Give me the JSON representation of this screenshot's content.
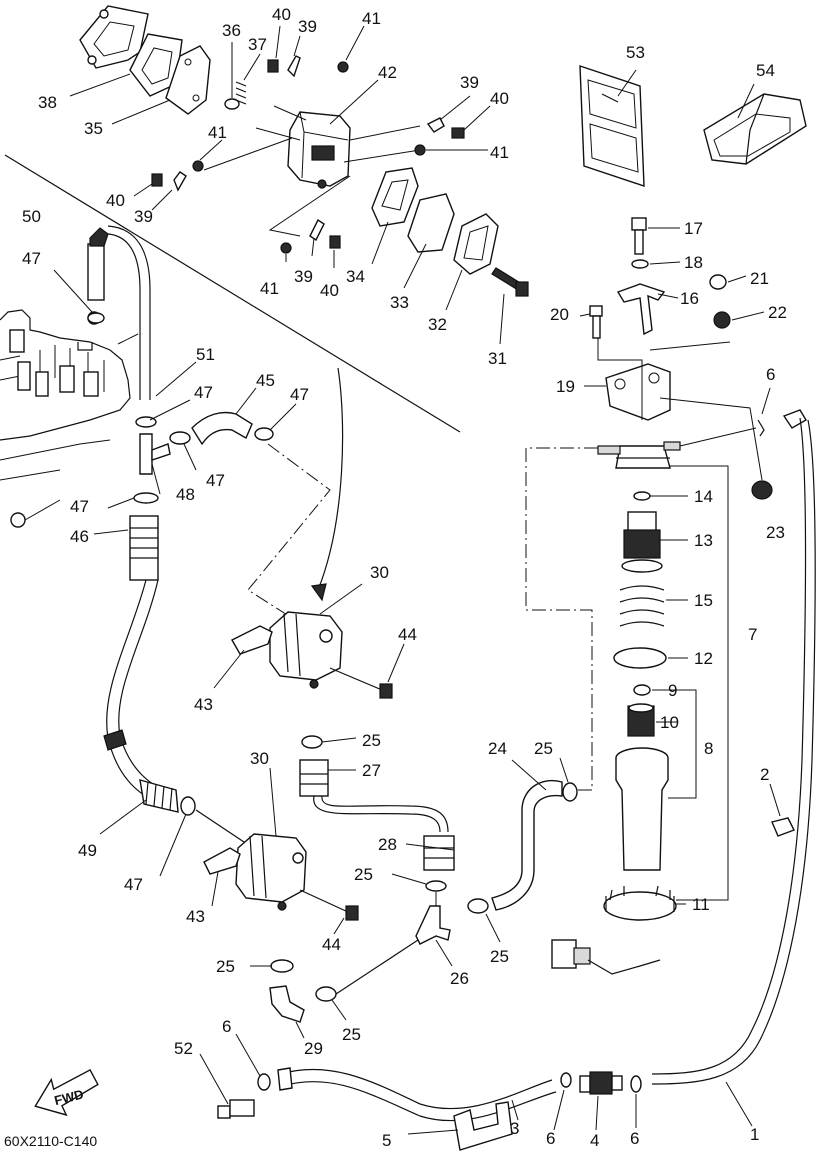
{
  "diagram_code": "60X2110-C140",
  "fwd_label": "FWD",
  "callouts": {
    "c1": "1",
    "c2": "2",
    "c3": "3",
    "c4": "4",
    "c5": "5",
    "c6a": "6",
    "c6b": "6",
    "c6c": "6",
    "c6d": "6",
    "c7": "7",
    "c8": "8",
    "c9": "9",
    "c10": "10",
    "c11": "11",
    "c12": "12",
    "c13": "13",
    "c14": "14",
    "c15": "15",
    "c16": "16",
    "c17": "17",
    "c18": "18",
    "c19": "19",
    "c20": "20",
    "c21": "21",
    "c22": "22",
    "c23": "23",
    "c24": "24",
    "c25a": "25",
    "c25b": "25",
    "c25c": "25",
    "c25d": "25",
    "c25e": "25",
    "c25f": "25",
    "c26": "26",
    "c27": "27",
    "c28": "28",
    "c29": "29",
    "c30a": "30",
    "c30b": "30",
    "c31": "31",
    "c32": "32",
    "c33": "33",
    "c34": "34",
    "c35": "35",
    "c36": "36",
    "c37": "37",
    "c38": "38",
    "c39a": "39",
    "c39b": "39",
    "c39c": "39",
    "c39d": "39",
    "c40a": "40",
    "c40b": "40",
    "c40c": "40",
    "c40d": "40",
    "c41a": "41",
    "c41b": "41",
    "c41c": "41",
    "c41d": "41",
    "c42": "42",
    "c43a": "43",
    "c43b": "43",
    "c44a": "44",
    "c44b": "44",
    "c45": "45",
    "c46": "46",
    "c47a": "47",
    "c47b": "47",
    "c47c": "47",
    "c47d": "47",
    "c47e": "47",
    "c47f": "47",
    "c48": "48",
    "c49": "49",
    "c50": "50",
    "c51": "51",
    "c52": "52",
    "c53": "53",
    "c54": "54"
  }
}
